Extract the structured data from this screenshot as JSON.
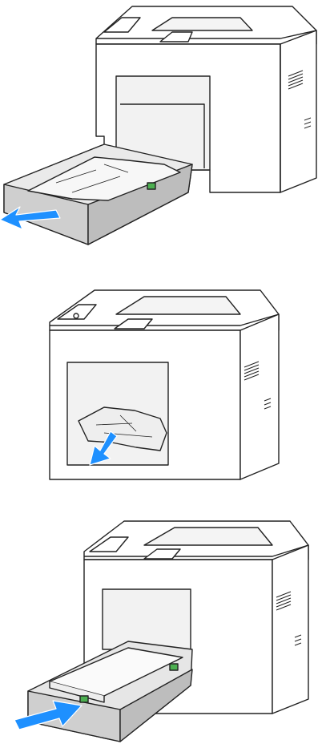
{
  "steps": [
    {
      "action": "pull-tray-out",
      "arrow_direction": "left"
    },
    {
      "action": "remove-jammed-paper",
      "arrow_direction": "down-left"
    },
    {
      "action": "push-tray-in",
      "arrow_direction": "right"
    }
  ],
  "colors": {
    "outline": "#222222",
    "printer_body": "#ffffff",
    "tray": "#d9d9d9",
    "tray_dark": "#a6a6a6",
    "paper": "#eeeeee",
    "arrow": "#1e90ff",
    "latch": "#4caf50"
  }
}
